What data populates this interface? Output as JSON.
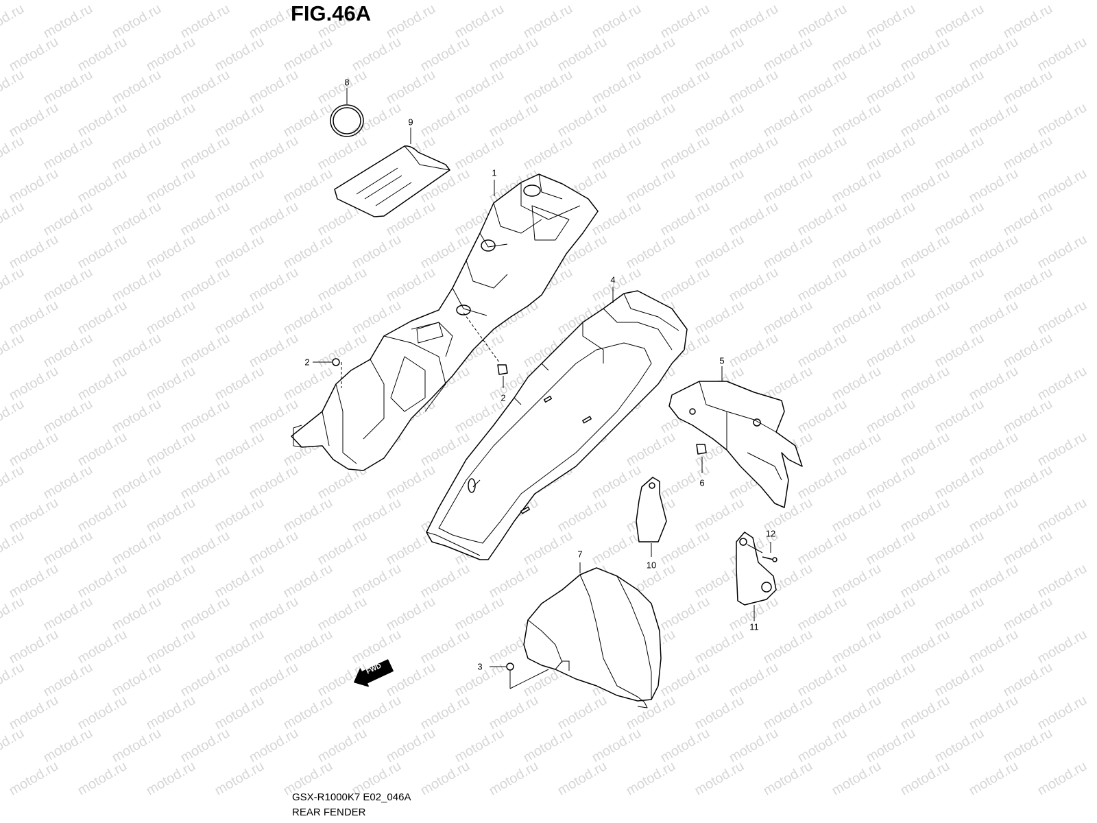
{
  "figure": {
    "title": "FIG.46A",
    "model_code": "GSX-R1000K7 E02_046A",
    "section_name": "REAR FENDER",
    "watermark_text": "motod.ru"
  },
  "callouts": [
    "8",
    "9",
    "1",
    "4",
    "2",
    "2",
    "5",
    "6",
    "10",
    "12",
    "7",
    "11",
    "3"
  ],
  "direction_badge": "FWD",
  "colors": {
    "line": "#000000",
    "background": "#ffffff",
    "watermark": "#d6d6d6"
  }
}
